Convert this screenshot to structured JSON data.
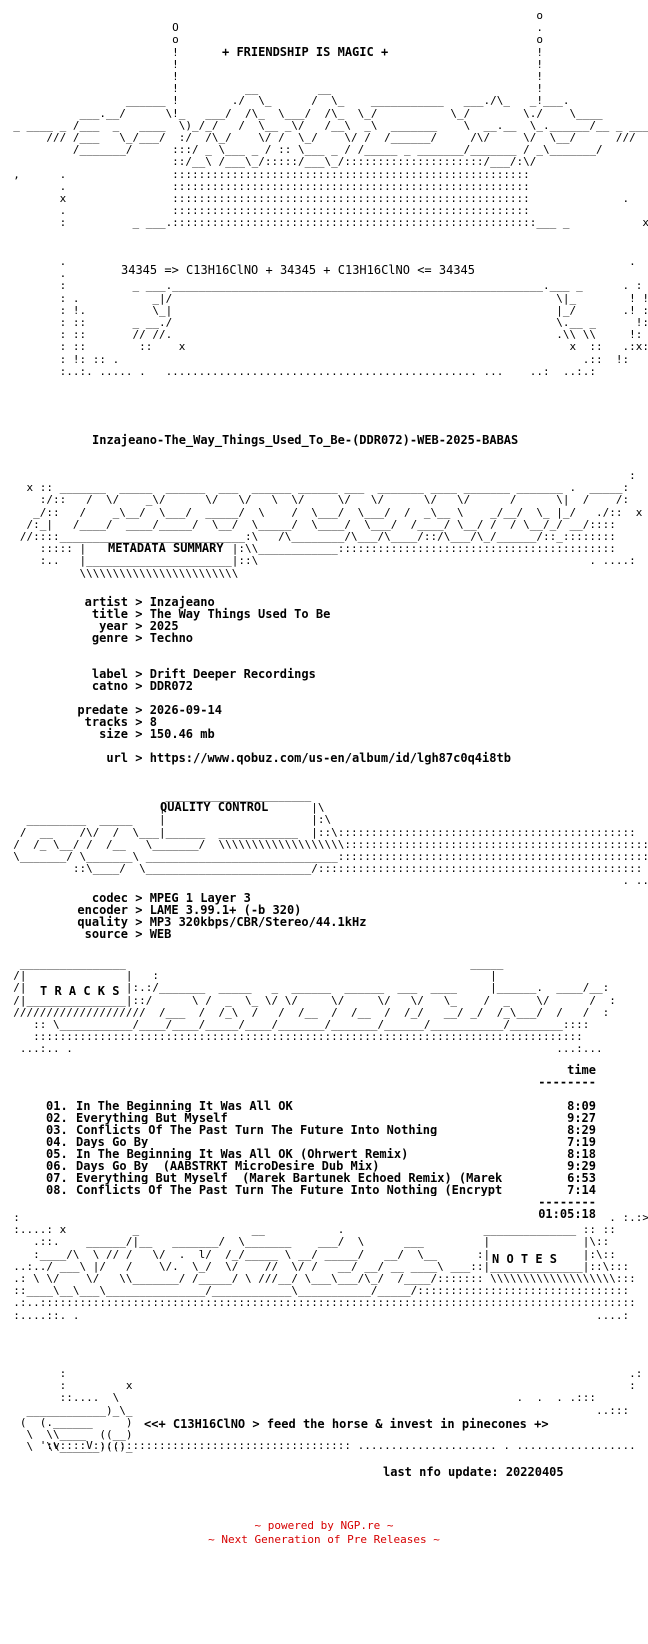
{
  "header": {
    "banner": "+ FRIENDSHIP IS MAGIC +",
    "formula": "34345 => C13H16ClNO + 34345 + C13H16ClNO <= 34345"
  },
  "release": {
    "name": "Inzajeano-The_Way_Things_Used_To_Be-(DDR072)-WEB-2025-BABAS"
  },
  "sections": {
    "metadata": "METADATA SUMMARY",
    "quality": "QUALITY CONTROL",
    "tracks": "T R A C K S",
    "notes": "N O T E S"
  },
  "metadata": {
    "artist": {
      "label": "artist",
      "value": "Inzajeano"
    },
    "title": {
      "label": "title",
      "value": "The Way Things Used To Be"
    },
    "year": {
      "label": "year",
      "value": "2025"
    },
    "genre": {
      "label": "genre",
      "value": "Techno"
    },
    "label": {
      "label": "label",
      "value": "Drift Deeper Recordings"
    },
    "catno": {
      "label": "catno",
      "value": "DDR072"
    },
    "predate": {
      "label": "predate",
      "value": "2026-09-14"
    },
    "tracks": {
      "label": "tracks",
      "value": "8"
    },
    "size": {
      "label": "size",
      "value": "150.46 mb"
    },
    "url": {
      "label": "url",
      "value": "https://www.qobuz.com/us-en/album/id/lgh87c0q4i8tb"
    }
  },
  "quality": {
    "codec": {
      "label": "codec",
      "value": "MPEG 1 Layer 3"
    },
    "encoder": {
      "label": "encoder",
      "value": "LAME 3.99.1+ (-b 320)"
    },
    "quality": {
      "label": "quality",
      "value": "MP3 320kbps/CBR/Stereo/44.1kHz"
    },
    "source": {
      "label": "source",
      "value": "WEB"
    }
  },
  "tracklist": {
    "time_header": "time",
    "items": [
      {
        "num": "01.",
        "title": "In The Beginning It Was All OK",
        "time": "8:09"
      },
      {
        "num": "02.",
        "title": "Everything But Myself",
        "time": "9:27"
      },
      {
        "num": "03.",
        "title": "Conflicts Of The Past Turn The Future Into Nothing",
        "time": "8:29"
      },
      {
        "num": "04.",
        "title": "Days Go By",
        "time": "7:19"
      },
      {
        "num": "05.",
        "title": "In The Beginning It Was All OK (Ohrwert Remix)",
        "time": "8:18"
      },
      {
        "num": "06.",
        "title": "Days Go By  (AABSTRKT MicroDesire Dub Mix)",
        "time": "9:29"
      },
      {
        "num": "07.",
        "title": "Everything But Myself  (Marek Bartunek Echoed Remix) (Marek",
        "time": "6:53"
      },
      {
        "num": "08.",
        "title": "Conflicts Of The Past Turn The Future Into Nothing (Encrypt",
        "time": "7:14"
      }
    ],
    "total": "01:05:18"
  },
  "notes": {
    "tagline": "<<+ C13H16ClNO > feed the horse & invest in pinecones +>",
    "last_update": "last nfo update: 20220405"
  },
  "footer": {
    "line1": "~ powered by NGP.re ~",
    "line2": "~ Next Generation of Pre Releases ~"
  }
}
